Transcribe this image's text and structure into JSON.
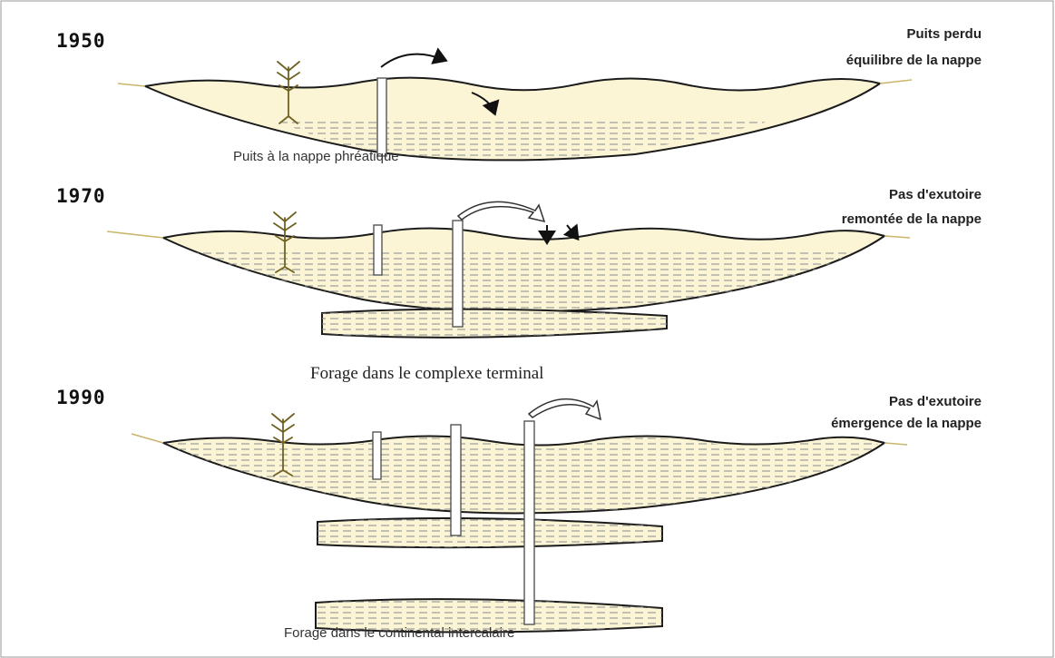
{
  "panels": [
    {
      "year": "1950",
      "note_line1": "Puits perdu",
      "note_line2": "équilibre de la nappe",
      "caption": "Puits à la nappe phréatique"
    },
    {
      "year": "1970",
      "note_line1": "Pas d'exutoire",
      "note_line2": "remontée de la nappe",
      "caption": "Forage dans le complexe terminal"
    },
    {
      "year": "1990",
      "note_line1": "Pas d'exutoire",
      "note_line2": "émergence de la nappe",
      "caption": "Forage dans le continental intercalaire"
    }
  ],
  "colors": {
    "ground_fill": "#fbf5d6",
    "outline": "#1b1b1b",
    "surface_line": "#c9b56c",
    "plant": "#6f6222"
  }
}
